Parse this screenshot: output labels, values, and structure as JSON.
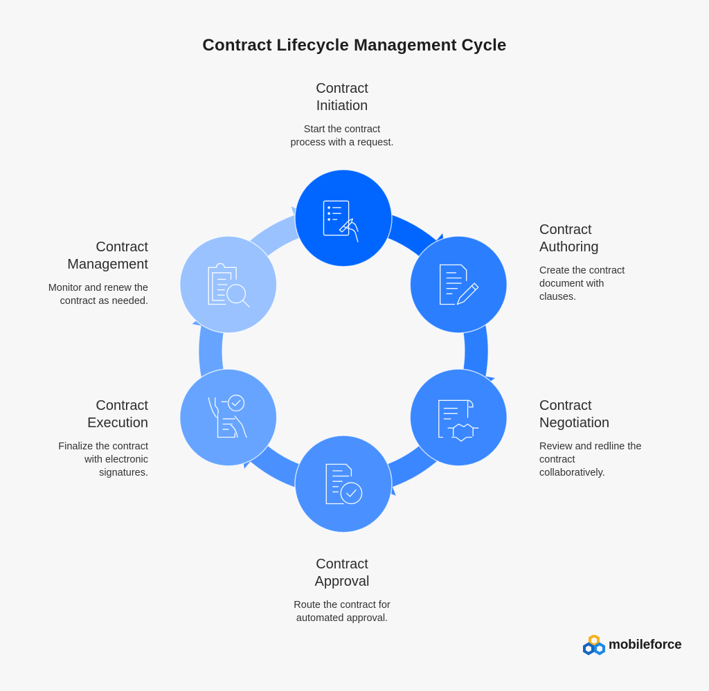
{
  "title": "Contract Lifecycle Management Cycle",
  "stages": [
    {
      "title_line1": "Contract",
      "title_line2": "Initiation",
      "desc_lines": [
        "Start the contract",
        "process with a request."
      ],
      "icon": "document-signing-icon",
      "color": "#0066FF"
    },
    {
      "title_line1": "Contract",
      "title_line2": "Authoring",
      "desc_lines": [
        "Create the contract",
        "document with",
        "clauses."
      ],
      "icon": "document-edit-icon",
      "color": "#2B7FFF"
    },
    {
      "title_line1": "Contract",
      "title_line2": "Negotiation",
      "desc_lines": [
        "Review and redline the",
        "contract",
        "collaboratively."
      ],
      "icon": "handshake-scroll-icon",
      "color": "#3A87FF"
    },
    {
      "title_line1": "Contract",
      "title_line2": "Approval",
      "desc_lines": [
        "Route the contract for",
        "automated approval."
      ],
      "icon": "document-check-icon",
      "color": "#4A91FF"
    },
    {
      "title_line1": "Contract",
      "title_line2": "Execution",
      "desc_lines": [
        "Finalize the contract",
        "with electronic",
        "signatures."
      ],
      "icon": "hands-document-check-icon",
      "color": "#66A4FF"
    },
    {
      "title_line1": "Contract",
      "title_line2": "Management",
      "desc_lines": [
        "Monitor and renew the",
        "contract as needed."
      ],
      "icon": "clipboard-search-icon",
      "color": "#99C2FF"
    }
  ],
  "brand": {
    "name": "mobileforce"
  }
}
